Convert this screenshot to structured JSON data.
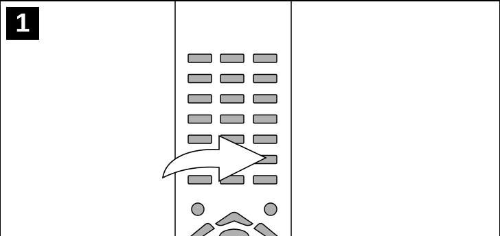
{
  "step": {
    "number": "1"
  },
  "remote": {
    "button_rows": 7,
    "buttons_per_row": 3,
    "highlighted_button": "row-6-col-3",
    "button_color": "#b0b0b0",
    "body_color": "#ffffff",
    "outline_color": "#000000"
  },
  "pointer": {
    "type": "curved-arrow",
    "direction": "right"
  },
  "icons": [
    "remote-control",
    "curved-arrow-icon",
    "round-button",
    "dpad"
  ]
}
